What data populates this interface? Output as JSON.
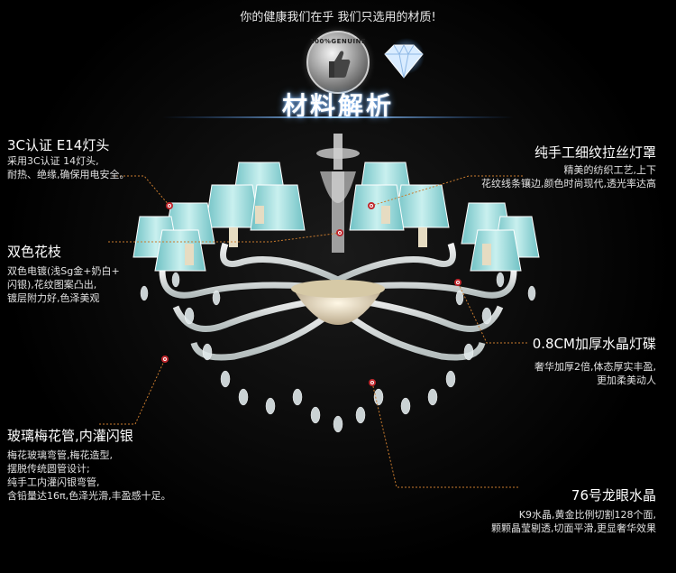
{
  "slogan": "你的健康我们在乎 我们只选用的材质!",
  "badge": {
    "text": "100%GENUINE"
  },
  "heading": "材料解析",
  "features": {
    "socket": {
      "title": "3C认证 E14灯头",
      "lines": [
        "采用3C认证 14灯头,",
        "耐热、绝缘,确保用电安全。"
      ]
    },
    "arms": {
      "title": "双色花枝",
      "lines": [
        "双色电镀(浅Sg金+奶白+",
        "闪银),花纹图案凸出,",
        "镀层附力好,色泽美观"
      ]
    },
    "tube": {
      "title": "玻璃梅花管,内灌闪银",
      "lines": [
        "梅花玻璃弯管,梅花造型,",
        "摆脱传统圆管设计;",
        "纯手工内灌闪银弯管,",
        "含铅量达16π,色泽光滑,丰盈感十足。"
      ]
    },
    "shade": {
      "title": "纯手工细纹拉丝灯罩",
      "lines": [
        "精美的纺织工艺,上下",
        "花纹线条镶边,颜色时尚现代,透光率达高"
      ]
    },
    "plate": {
      "title": "0.8CM加厚水晶灯碟",
      "lines": [
        "奢华加厚2倍,体态厚实丰盈,",
        "更加柔美动人"
      ]
    },
    "crystal": {
      "title": "76号龙眼水晶",
      "lines": [
        "K9水晶,黄金比例切割128个面,",
        "颗颗晶莹剔透,切面平滑,更显奢华效果"
      ]
    }
  },
  "colors": {
    "accent": "#c0272d",
    "lead_line": "#c97b2e",
    "shade": "#9ed8d8",
    "glass": "#e8f0f0"
  }
}
